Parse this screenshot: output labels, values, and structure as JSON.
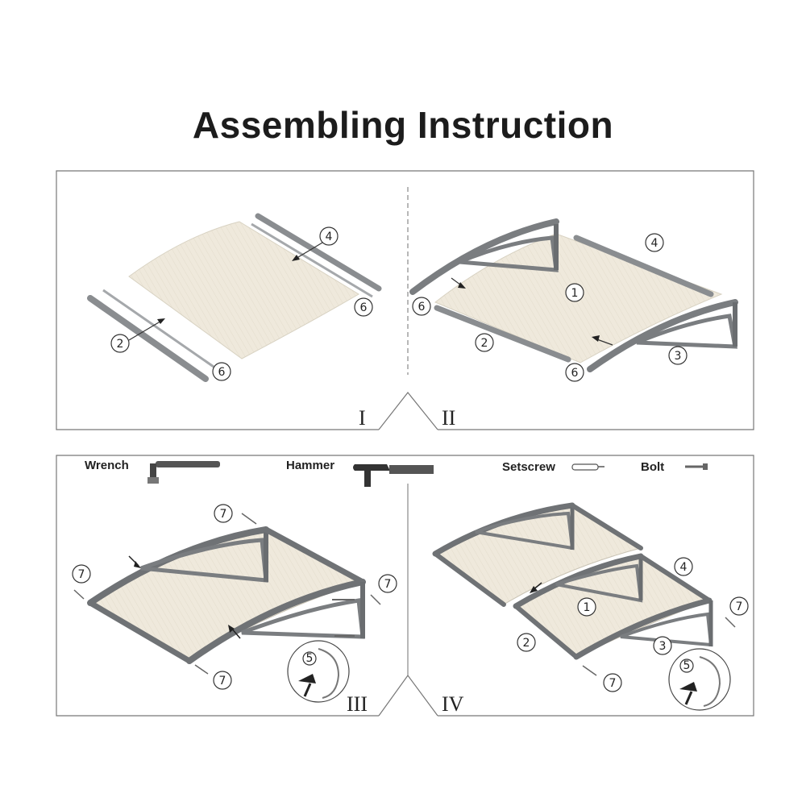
{
  "title": "Assembling Instruction",
  "steps": [
    "I",
    "II",
    "III",
    "IV"
  ],
  "tools": {
    "wrench": "Wrench",
    "hammer": "Hammer",
    "setscrew": "Setscrew",
    "bolt": "Bolt"
  },
  "parts": {
    "p1": "1",
    "p2": "2",
    "p3": "3",
    "p4": "4",
    "p5": "5",
    "p6": "6",
    "p7": "7"
  },
  "colors": {
    "panel": "#efe9dc",
    "frame": "#7a7d80",
    "frame_dark": "#55585b",
    "line": "#555555"
  }
}
